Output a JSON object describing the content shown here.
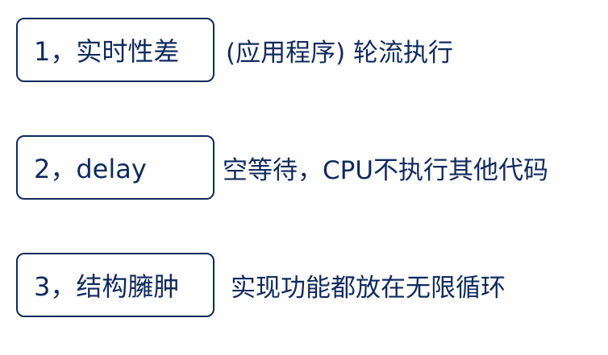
{
  "colors": {
    "text": "#0f2a5c",
    "border": "#0f2a5c",
    "background": "#ffffff"
  },
  "rows": [
    {
      "label": "1，实时性差",
      "description": "(应用程序) 轮流执行"
    },
    {
      "label": "2，delay",
      "description": "空等待，CPU不执行其他代码"
    },
    {
      "label": "3，结构臃肿",
      "description": "实现功能都放在无限循环"
    }
  ]
}
